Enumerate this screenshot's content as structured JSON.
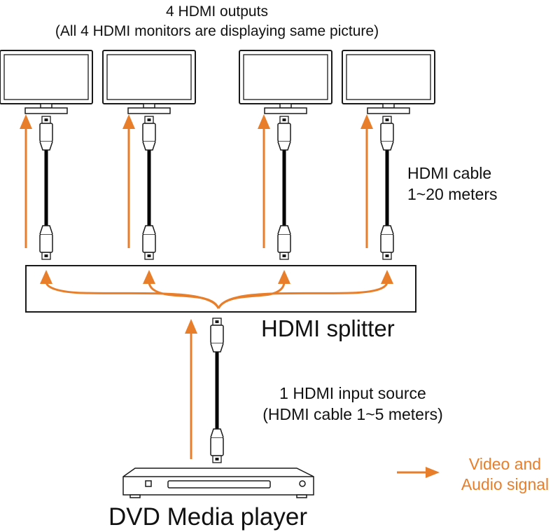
{
  "header": {
    "title": "4 HDMI outputs",
    "subtitle": "(All 4 HDMI monitors are displaying same picture)"
  },
  "labels": {
    "output_cable_line1": "HDMI cable",
    "output_cable_line2": "1~20 meters",
    "splitter": "HDMI splitter",
    "input_line1": "1 HDMI input source",
    "input_line2": "(HDMI cable 1~5 meters)",
    "source_device": "DVD Media player"
  },
  "legend": {
    "line1": "Video and",
    "line2": "Audio signal"
  },
  "colors": {
    "signal": "#E87E2A",
    "outline": "#1a1a1a",
    "cable": "#000000"
  },
  "icons": [
    "monitor-icon",
    "hdmi-connector-icon",
    "hdmi-splitter-box",
    "dvd-player-icon",
    "signal-arrow-icon"
  ]
}
